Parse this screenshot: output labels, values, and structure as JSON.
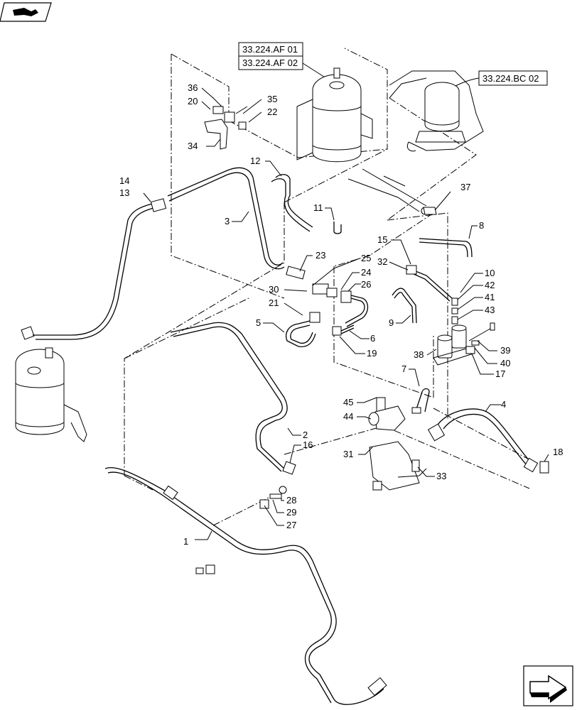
{
  "refs": {
    "af01": "33.224.AF 01",
    "af02": "33.224.AF 02",
    "bc02": "33.224.BC 02"
  },
  "callouts": {
    "c1": "1",
    "c2": "2",
    "c3": "3",
    "c4": "4",
    "c5": "5",
    "c6": "6",
    "c7": "7",
    "c8": "8",
    "c9": "9",
    "c10": "10",
    "c11": "11",
    "c12": "12",
    "c13": "13",
    "c14": "14",
    "c15": "15",
    "c16": "16",
    "c17": "17",
    "c18": "18",
    "c19": "19",
    "c20": "20",
    "c21": "21",
    "c22": "22",
    "c23": "23",
    "c24": "24",
    "c25": "25",
    "c26": "26",
    "c27": "27",
    "c28": "28",
    "c29": "29",
    "c30": "30",
    "c31": "31",
    "c32": "32",
    "c33": "33",
    "c34": "34",
    "c35": "35",
    "c36": "36",
    "c37": "37",
    "c38": "38",
    "c39": "39",
    "c40": "40",
    "c41": "41",
    "c42": "42",
    "c43": "43",
    "c44": "44",
    "c45": "45"
  },
  "icons": {
    "top_left": "book-icon",
    "bottom_right": "next-page-arrow-icon"
  }
}
